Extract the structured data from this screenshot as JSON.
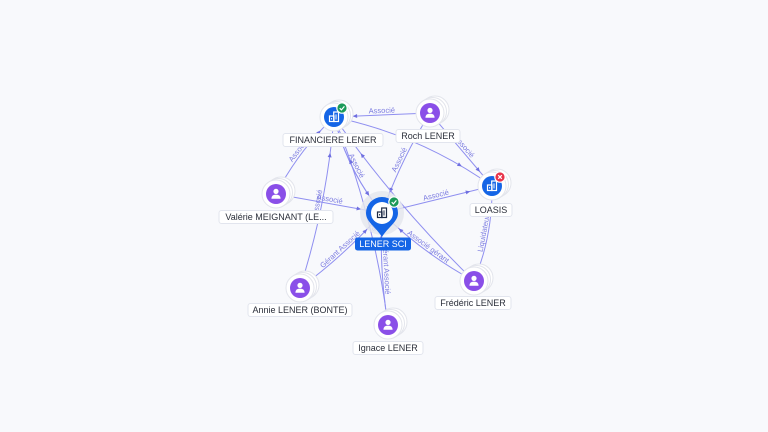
{
  "colors": {
    "person": "#8a4fe8",
    "company": "#1565e6",
    "edge": "#8f8ff0",
    "active_badge": "#1b9a59",
    "inactive_badge": "#e8334a"
  },
  "nodes": [
    {
      "id": "lener-sci",
      "label": "LENER SCI",
      "kind": "company",
      "center": true,
      "badge": "active"
    },
    {
      "id": "financiere-lener",
      "label": "FINANCIERE LENER",
      "kind": "company",
      "badge": "active"
    },
    {
      "id": "roch-lener",
      "label": "Roch LENER",
      "kind": "person"
    },
    {
      "id": "loasis",
      "label": "LOASIS",
      "kind": "company",
      "badge": "inactive"
    },
    {
      "id": "valerie-meignant",
      "label": "Valérie MEIGNANT (LE...",
      "kind": "person"
    },
    {
      "id": "annie-lener",
      "label": "Annie LENER (BONTE)",
      "kind": "person"
    },
    {
      "id": "ignace-lener",
      "label": "Ignace LENER",
      "kind": "person"
    },
    {
      "id": "frederic-lener",
      "label": "Frédéric LENER",
      "kind": "person"
    }
  ],
  "edges": [
    {
      "from": "roch-lener",
      "to": "financiere-lener",
      "label": "Associé"
    },
    {
      "from": "financiere-lener",
      "to": "lener-sci",
      "label": "Associé"
    },
    {
      "from": "financiere-lener",
      "to": "loasis",
      "label": ""
    },
    {
      "from": "financiere-lener",
      "to": "lener-sci",
      "label": ""
    },
    {
      "from": "roch-lener",
      "to": "lener-sci",
      "label": "Associé"
    },
    {
      "from": "roch-lener",
      "to": "loasis",
      "label": "Associé"
    },
    {
      "from": "lener-sci",
      "to": "loasis",
      "label": "Associé"
    },
    {
      "from": "valerie-meignant",
      "to": "lener-sci",
      "label": "Associé"
    },
    {
      "from": "valerie-meignant",
      "to": "financiere-lener",
      "label": "Associé"
    },
    {
      "from": "annie-lener",
      "to": "lener-sci",
      "label": "Gérant Associé"
    },
    {
      "from": "annie-lener",
      "to": "financiere-lener",
      "label": "Associé"
    },
    {
      "from": "ignace-lener",
      "to": "lener-sci",
      "label": "Gérant Associé"
    },
    {
      "from": "ignace-lener",
      "to": "financiere-lener",
      "label": "Associé"
    },
    {
      "from": "frederic-lener",
      "to": "lener-sci",
      "label": "Associé gérant"
    },
    {
      "from": "frederic-lener",
      "to": "loasis",
      "label": "Liquidateur"
    },
    {
      "from": "frederic-lener",
      "to": "financiere-lener",
      "label": ""
    }
  ]
}
